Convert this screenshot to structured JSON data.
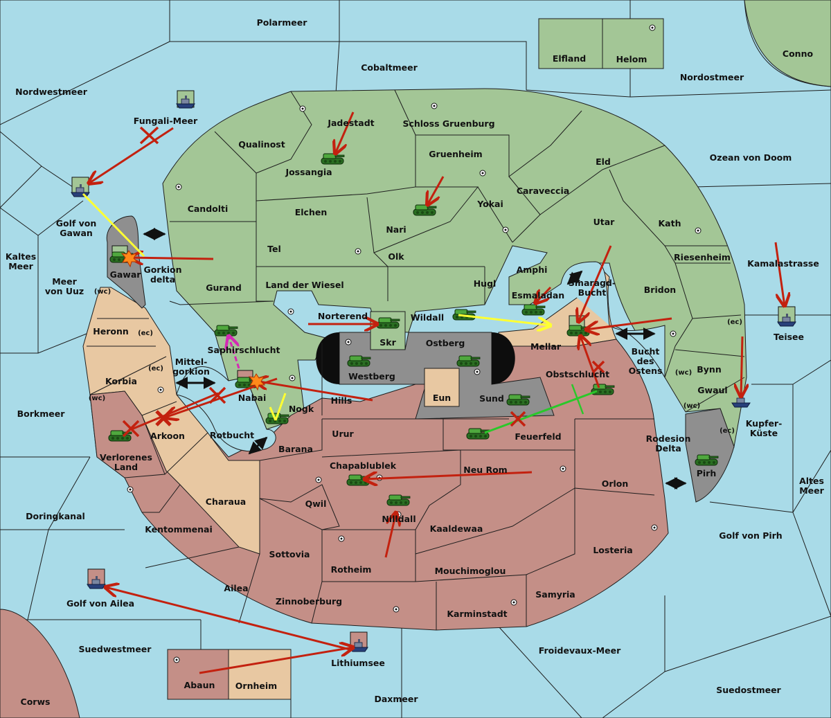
{
  "colors": {
    "sea": "#a9dbe8",
    "green": "#a3c696",
    "tan": "#e8c8a2",
    "red": "#c48f87",
    "neutral": "#8f8f8f",
    "black": "#0d0d0d",
    "move": "#c3210f",
    "support_yellow": "#ffff33",
    "support_green": "#2ac82a",
    "convoy_magenta": "#d42ab4"
  },
  "icons": {
    "army": "tank-icon",
    "fleet": "ship-icon",
    "supply": "supply-center-dot",
    "cut": "red-x-icon",
    "dislodge": "explosion-icon"
  },
  "seas": {
    "polarmeer": "Polarmeer",
    "cobaltmeer": "Cobaltmeer",
    "nordwestmeer": "Nordwestmeer",
    "nordostmeer": "Nordostmeer",
    "conno": "Conno",
    "ozean_von_doom": "Ozean von Doom",
    "fungali_meer": "Fungali-Meer",
    "golf_von_gawan": "Golf von Gawan",
    "kaltes_meer": "Kaltes Meer",
    "meer_von_uuz": "Meer von Uuz",
    "gorkion_delta": "Gorkion delta",
    "mittelgorkion": "Mittel-gorkion",
    "borkmeer": "Borkmeer",
    "rotbucht": "Rotbucht",
    "doringkanal": "Doringkanal",
    "golf_von_ailea": "Golf von Ailea",
    "suedwestmeer": "Suedwestmeer",
    "corws": "Corws",
    "lithiumsee": "Lithiumsee",
    "daxmeer": "Daxmeer",
    "froidevaux_meer": "Froidevaux-Meer",
    "suedostmeer": "Suedostmeer",
    "golf_von_pirh": "Golf von Pirh",
    "altes_meer": "Altes Meer",
    "kupferkueste": "Kupfer-Küste",
    "rodesion_delta": "Rodesion Delta",
    "bucht_des_ostens": "Bucht des Ostens",
    "smaragd_bucht": "Smaragd-Bucht",
    "kamalastrasse": "Kamalastrasse",
    "teisee": "Teisee"
  },
  "lands": {
    "elfland": "Elfland",
    "helom": "Helom",
    "qualinost": "Qualinost",
    "jadestadt": "Jadestadt",
    "schloss_gruenburg": "Schloss Gruenburg",
    "jossangia": "Jossangia",
    "gruenheim": "Gruenheim",
    "eld": "Eld",
    "candolti": "Candolti",
    "elchen": "Elchen",
    "caraveccia": "Caraveccia",
    "yokai": "Yokai",
    "nari": "Nari",
    "utar": "Utar",
    "kath": "Kath",
    "tel": "Tel",
    "olk": "Olk",
    "riesenheim": "Riesenheim",
    "amphi": "Amphi",
    "gawar": "Gawar",
    "gurand": "Gurand",
    "land_der_wiesel": "Land der Wiesel",
    "hugl": "Hugl",
    "esmaladan": "Esmaladan",
    "bridon": "Bridon",
    "heronn": "Heronn",
    "norterend": "Norterend",
    "wildall": "Wildall",
    "skr": "Skr",
    "ostberg": "Ostberg",
    "mellar": "Mellar",
    "saphirschlucht": "Saphirschlucht",
    "westberg": "Westberg",
    "obstschlucht": "Obstschlucht",
    "korbia": "Korbia",
    "nabai": "Nabai",
    "eun": "Eun",
    "sund": "Sund",
    "bynn": "Bynn",
    "gwaul": "Gwaul",
    "nogk": "Nogk",
    "hills": "Hills",
    "arkoon": "Arkoon",
    "urur": "Urur",
    "feuerfeld": "Feuerfeld",
    "verlorenes_land": "Verlorenes Land",
    "barana": "Barana",
    "chapablublek": "Chapablublek",
    "neu_rom": "Neu Rom",
    "orlon": "Orlon",
    "pirh": "Pirh",
    "charaua": "Charaua",
    "qwil": "Qwil",
    "nilldall": "Nilldall",
    "kentommenai": "Kentommenai",
    "kaaldewaa": "Kaaldewaa",
    "sottovia": "Sottovia",
    "losteria": "Losteria",
    "rotheim": "Rotheim",
    "mouchimoglou": "Mouchimoglou",
    "ailea": "Ailea",
    "samyria": "Samyria",
    "zinnoberburg": "Zinnoberburg",
    "karminstadt": "Karminstadt",
    "abaun": "Abaun",
    "ornheim": "Ornheim"
  },
  "coast_tags": {
    "wc": "(wc)",
    "ec": "(ec)"
  }
}
